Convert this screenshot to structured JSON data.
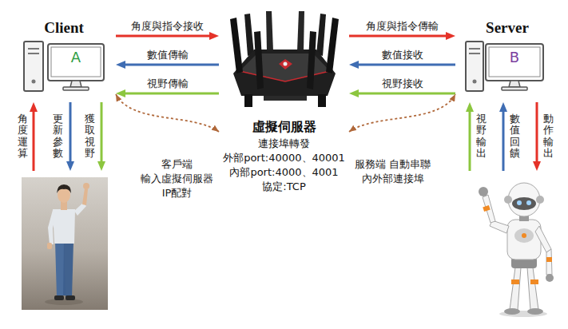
{
  "diagram": {
    "nodes": [
      {
        "text": [
          "Client",
          "A"
        ]
      },
      {
        "text": [
          "虛擬伺服器",
          "連接埠轉發",
          "外部port:40000、40001",
          "內部port:4000、4001",
          "協定:TCP"
        ]
      },
      {
        "text": [
          "Server",
          "B"
        ]
      }
    ],
    "edges": [
      {
        "from": 0,
        "to": 1,
        "arrow": "to",
        "label": "角度與指令接收"
      },
      {
        "from": 1,
        "to": 0,
        "arrow": "to",
        "label": "數值傳輸"
      },
      {
        "from": 1,
        "to": 0,
        "arrow": "to",
        "label": "視野傳輸"
      },
      {
        "from": 1,
        "to": 2,
        "arrow": "to",
        "label": "角度與指令傳輸"
      },
      {
        "from": 2,
        "to": 1,
        "arrow": "to",
        "label": "數值接收"
      },
      {
        "from": 2,
        "to": 1,
        "arrow": "to",
        "label": "視野接收"
      },
      {
        "from": 0,
        "to": 1,
        "arrow": "both",
        "label": "客戶端 輸入虛擬伺服器 IP配對"
      },
      {
        "from": 1,
        "to": 2,
        "arrow": "both",
        "label": "服務端 自動串聯 內外部連接埠"
      }
    ],
    "labels": [
      "角度運算",
      "更新參數",
      "獲取視野",
      "視野輸出",
      "數值回饋",
      "動作輸出"
    ]
  }
}
